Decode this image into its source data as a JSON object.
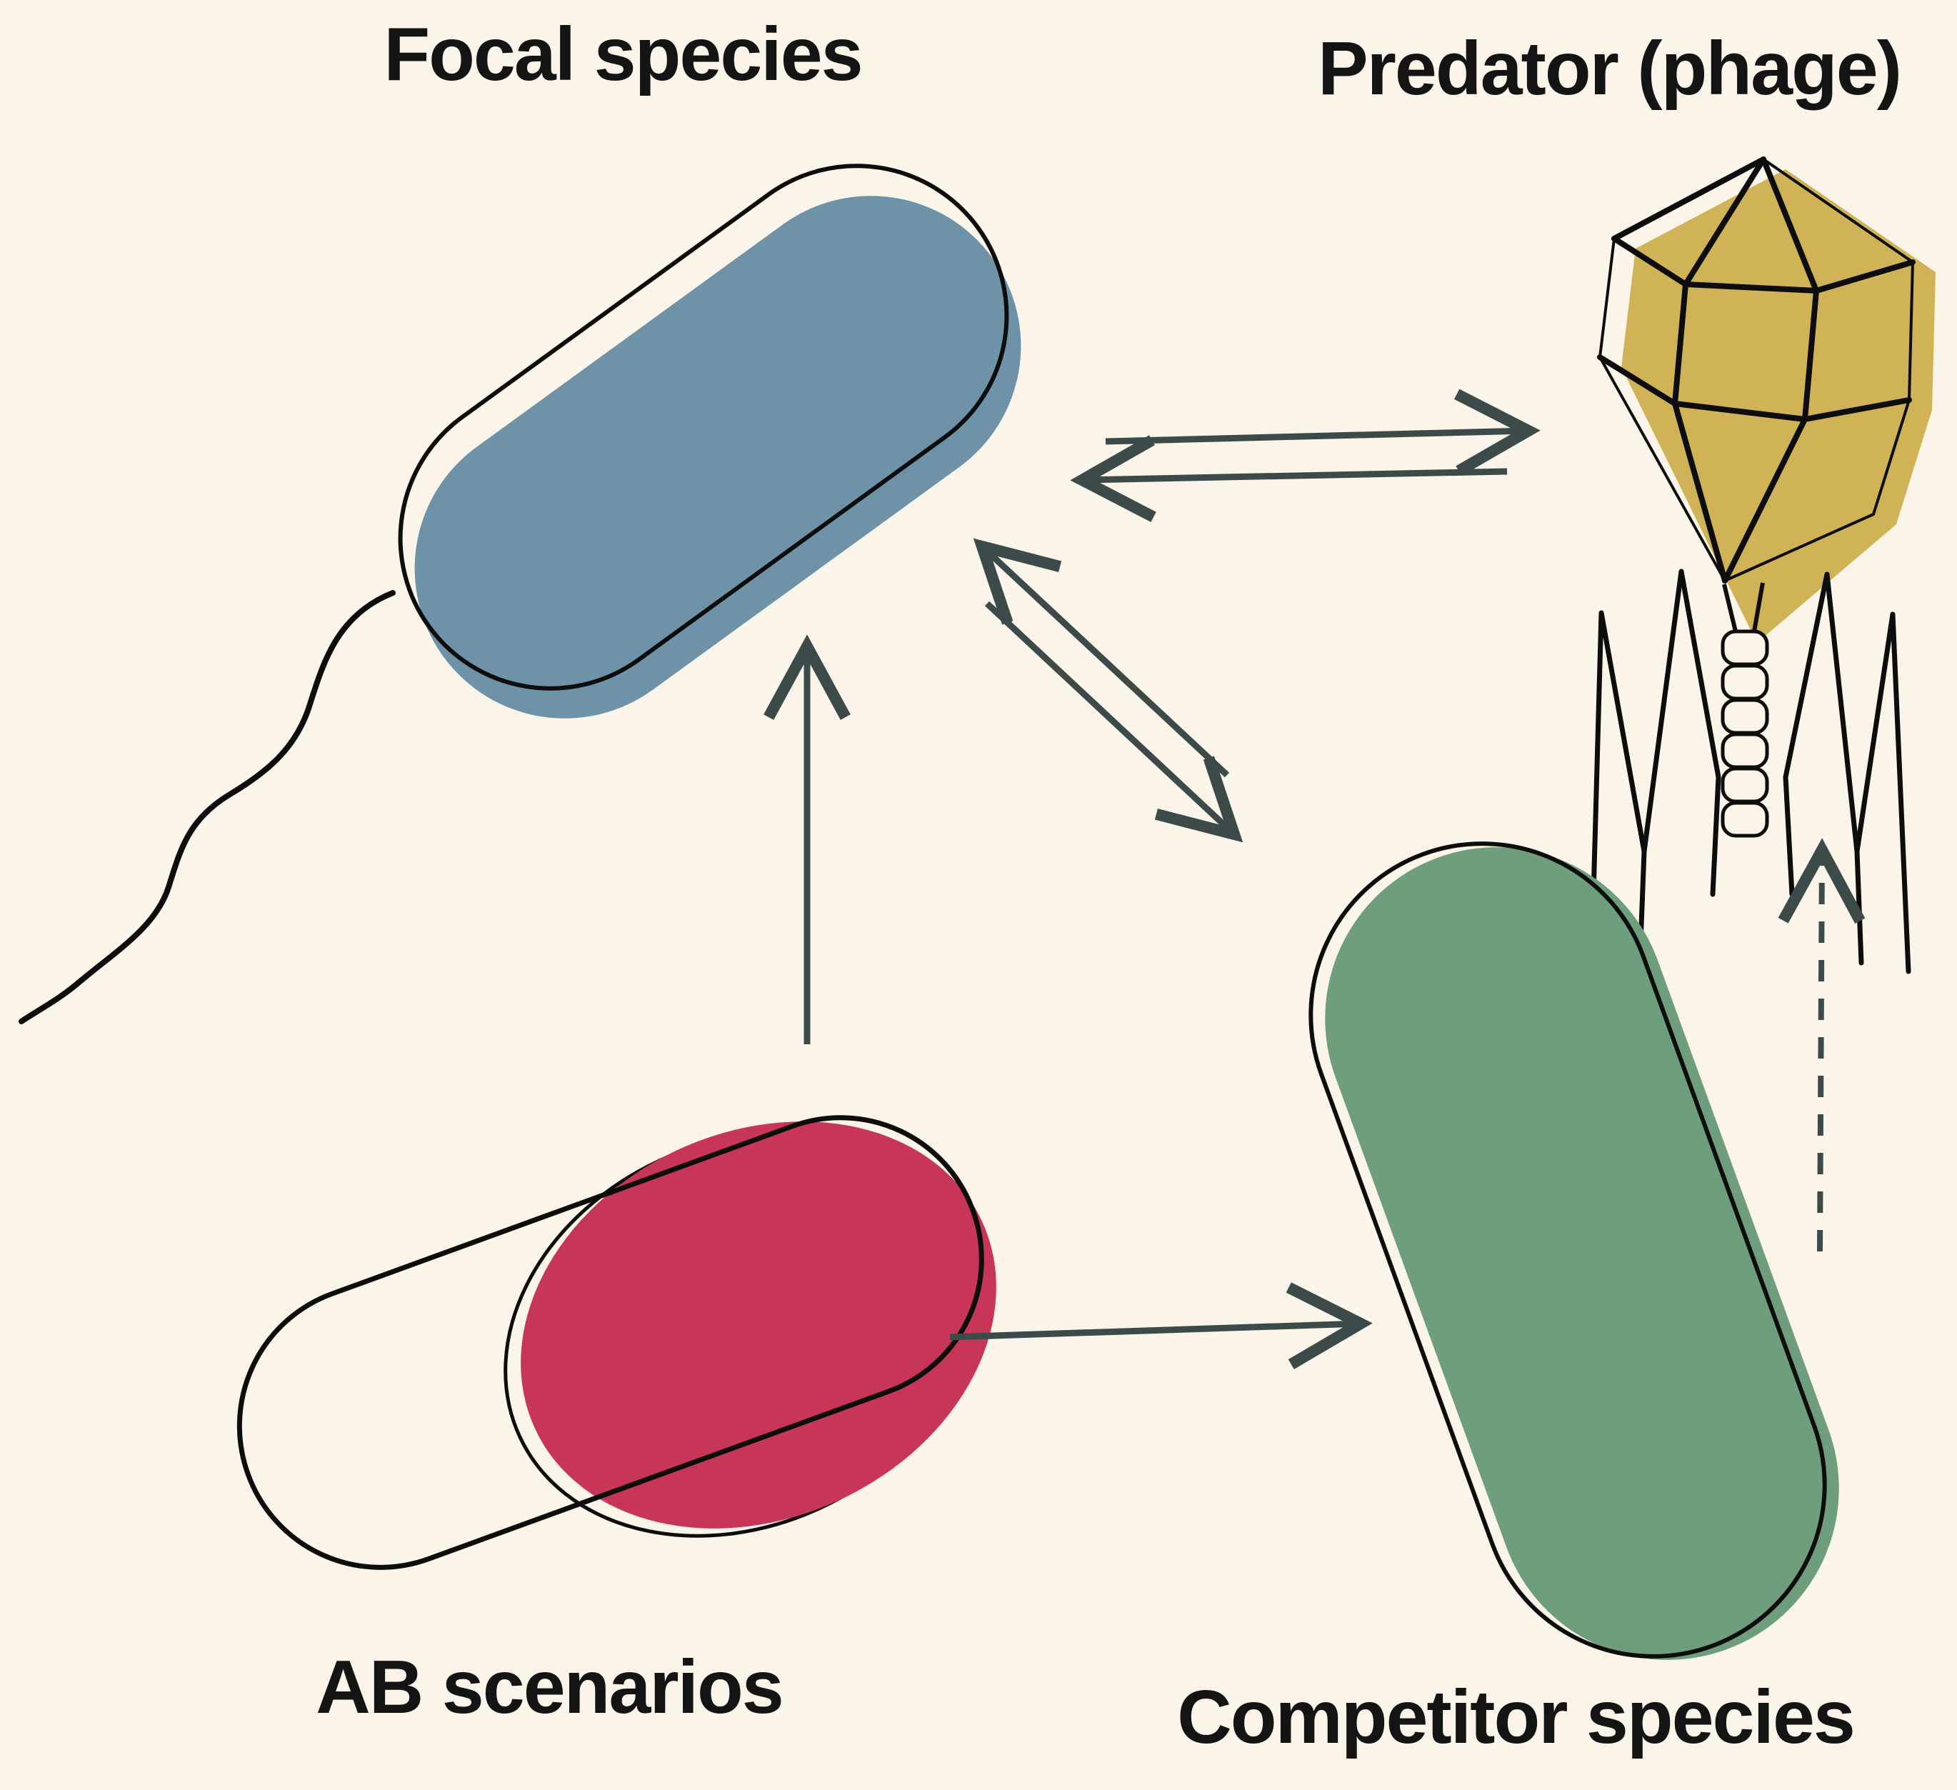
{
  "canvas": {
    "background_color": "#faf5e8",
    "outline_color": "#0d0d0d",
    "arrow_color": "#3c4b4a"
  },
  "nodes": {
    "focal": {
      "label": "Focal species",
      "fill": "#6e93a8",
      "icon": "rod-bacterium-with-flagellum"
    },
    "predator": {
      "label": "Predator (phage)",
      "fill": "#cfb356",
      "icon": "bacteriophage"
    },
    "ab": {
      "label": "AB scenarios",
      "fill": "#c73558",
      "icon": "antibiotic-capsule-pill"
    },
    "competitor": {
      "label": "Competitor species",
      "fill": "#6f9e7c",
      "icon": "rod-bacterium"
    }
  },
  "edges": [
    {
      "from": "focal",
      "to": "predator",
      "style": "solid",
      "direction": "right"
    },
    {
      "from": "predator",
      "to": "focal",
      "style": "solid",
      "direction": "left"
    },
    {
      "from": "competitor",
      "to": "focal",
      "style": "solid",
      "direction": "up-left"
    },
    {
      "from": "focal",
      "to": "competitor",
      "style": "solid",
      "direction": "down-right"
    },
    {
      "from": "ab",
      "to": "focal",
      "style": "solid",
      "direction": "up"
    },
    {
      "from": "ab",
      "to": "competitor",
      "style": "solid",
      "direction": "right"
    },
    {
      "from": "competitor",
      "to": "predator",
      "style": "dashed",
      "direction": "up"
    }
  ]
}
